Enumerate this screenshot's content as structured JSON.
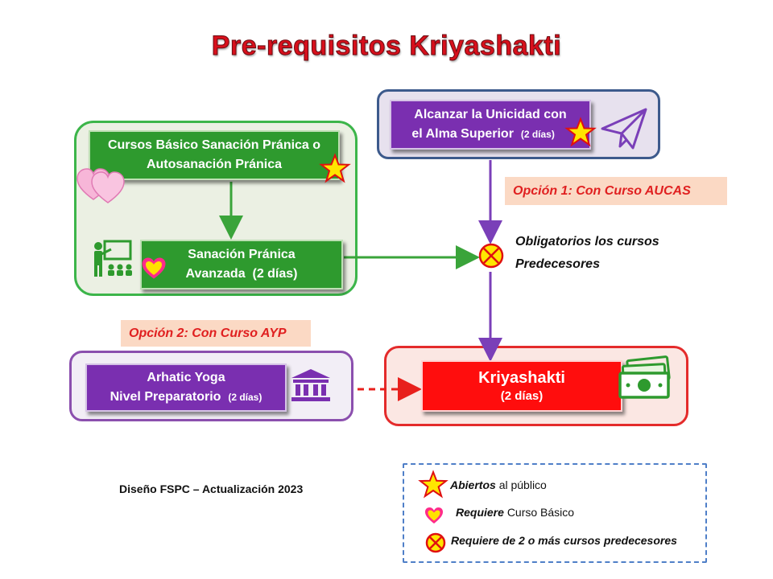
{
  "title": "Pre-requisitos Kriyashakti",
  "boxes": {
    "cursos_basico": {
      "line1": "Cursos  Básico Sanación  Pránica o",
      "line2": "Autosanación  Pránica"
    },
    "sanacion_avanzada": {
      "line1": "Sanación  Pránica",
      "line2_main": "Avanzada",
      "line2_small": "(2 días)"
    },
    "alcanzar": {
      "line1": "Alcanzar  la  Unicidad  con",
      "line2_main": "el Alma Superior",
      "line2_small": "(2 días)"
    },
    "arhatic": {
      "line1": "Arhatic   Yoga",
      "line2_main": "Nivel Preparatorio",
      "line2_small": "(2 días)"
    },
    "kriyashakti": {
      "line1": "Kriyashakti",
      "line2": "(2 días)"
    }
  },
  "option1": "Opción  1:  Con Curso  AUCAS",
  "option2": "Opción  2:  Con Curso  AYP",
  "mandatory_note": {
    "line1": "Obligatorios  los  cursos",
    "line2": "Predecesores"
  },
  "credit": "Diseño FSPC – Actualización 2023",
  "legend": {
    "star": {
      "italic": "Abiertos",
      "rest": "al público"
    },
    "heart": {
      "italic": "Requiere",
      "rest": "Curso Básico"
    },
    "cross": {
      "bold": "Requiere de 2 o más cursos predecesores"
    }
  },
  "colors": {
    "green": "#2e9a2e",
    "purple": "#7a2fb0",
    "red": "#ff0d0d",
    "title": "#d8101c",
    "arrow_green": "#3aa43a",
    "arrow_purple": "#7a3fb8",
    "arrow_red": "#e8201c"
  },
  "icons": [
    "hearts-icon",
    "star-icon",
    "presentation-icon",
    "heart-icon",
    "paper-plane-icon",
    "cross-circle-icon",
    "temple-icon",
    "money-icon"
  ]
}
